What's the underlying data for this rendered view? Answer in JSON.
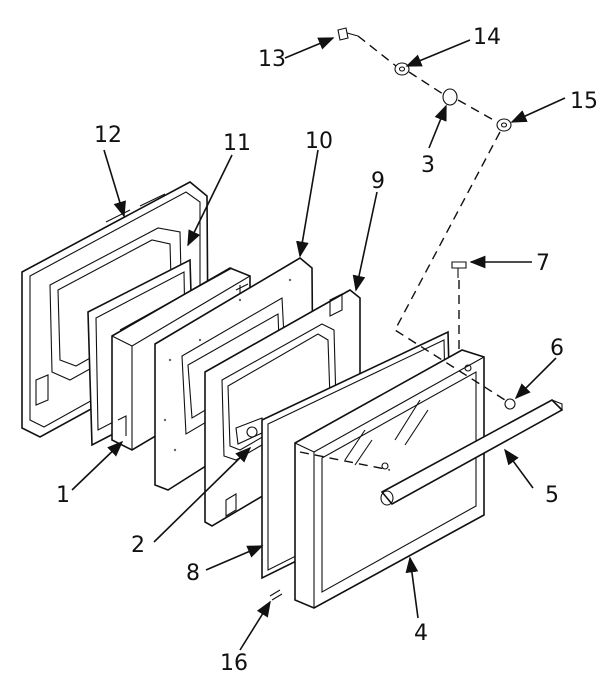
{
  "callouts": {
    "p1": "1",
    "p2": "2",
    "p3": "3",
    "p4": "4",
    "p5": "5",
    "p6": "6",
    "p7": "7",
    "p8": "8",
    "p9": "9",
    "p10": "10",
    "p11": "11",
    "p12": "12",
    "p13": "13",
    "p14": "14",
    "p15": "15",
    "p16": "16"
  }
}
